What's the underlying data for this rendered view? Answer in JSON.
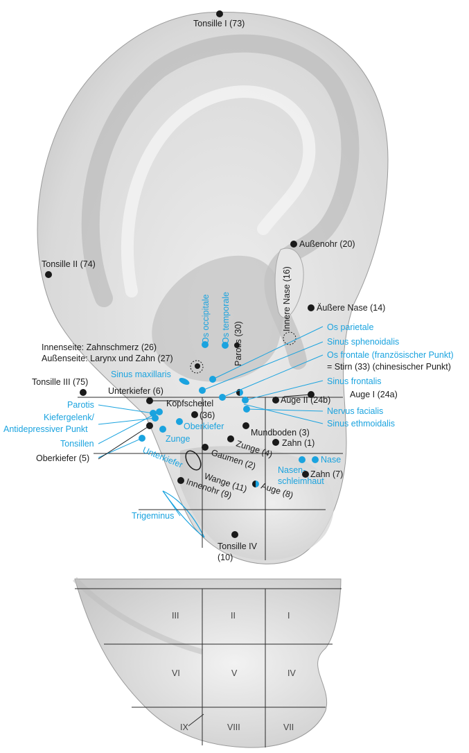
{
  "colors": {
    "point_black": "#1a1a1a",
    "point_blue": "#1aa3df",
    "ear_shade": "#d6d6d6"
  },
  "labels": {
    "tonsille_1": "Tonsille I (73)",
    "aussenohr": "Außenohr (20)",
    "tonsille_2": "Tonsille II (74)",
    "innere_nase": "Innere Nase (16)",
    "aeussere_nase": "Äußere Nase (14)",
    "os_occipitale": "Os occipitale",
    "os_temporale": "Os temporale",
    "parotis_30": "Parotis (30)",
    "os_parietale": "Os parietale",
    "sinus_sphenoidalis": "Sinus sphenoidalis",
    "innenseite": "Innenseite:  Zahnschmerz (26)",
    "aussenseite": "Außenseite: Larynx und Zahn (27)",
    "os_frontale": "Os frontale (französischer Punkt)",
    "stirn": "= Stirn (33) (chinesischer Punkt)",
    "sinus_maxillaris": "Sinus maxillaris",
    "tonsille_3": "Tonsille III (75)",
    "sinus_frontalis": "Sinus frontalis",
    "unterkiefer_6": "Unterkiefer (6)",
    "auge_1": "Auge I (24a)",
    "kopfscheitel": "Kopfscheitel",
    "kopfscheitel_num": "(36)",
    "auge_2": "Auge II (24b)",
    "parotis_blue": "Parotis",
    "nervus_facialis": "Nervus facialis",
    "kiefergelenk": "Kiefergelenk/",
    "antidepressiver": "Antidepressiver Punkt",
    "oberkiefer_blue": "Oberkiefer",
    "sinus_ethmoidalis": "Sinus ethmoidalis",
    "mundboden": "Mundboden (3)",
    "zunge_blue": "Zunge",
    "zunge_4": "Zunge (4)",
    "zahn_1": "Zahn (1)",
    "tonsillen": "Tonsillen",
    "unterkiefer_blue": "Unterkiefer",
    "gaumen": "Gaumen (2)",
    "oberkiefer_5": "Oberkiefer (5)",
    "nasen": "Nasen-",
    "schleimhaut": "schleimhaut",
    "nase": "Nase",
    "wange": "Wange (11)",
    "auge_8": "Auge (8)",
    "zahn_7": "Zahn (7)",
    "innenohr": "Innenohr (9)",
    "trigeminus": "Trigeminus",
    "tonsille_4": "Tonsille IV",
    "tonsille_4_num": "(10)"
  },
  "zones": [
    "I",
    "II",
    "III",
    "IV",
    "V",
    "VI",
    "VII",
    "VIII",
    "IX"
  ]
}
